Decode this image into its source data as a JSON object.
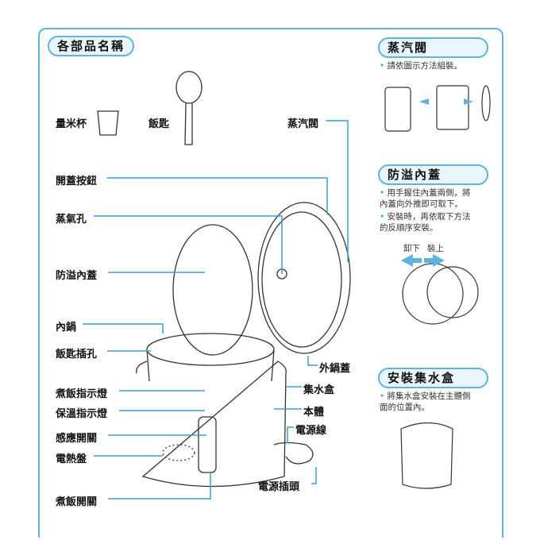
{
  "title": "各部品名稱",
  "parts": {
    "measuring_cup": "量米杯",
    "rice_paddle": "飯匙",
    "steam_valve": "蒸汽閥",
    "lid_button": "開蓋按鈕",
    "steam_hole": "蒸氣孔",
    "inner_lid": "防溢內蓋",
    "inner_pot": "內鍋",
    "paddle_holder": "飯匙插孔",
    "outer_lid": "外鍋蓋",
    "water_box": "集水盒",
    "cook_lamp": "煮飯指示燈",
    "body": "本體",
    "warm_lamp": "保溫指示燈",
    "power_cord": "電源線",
    "sensor_switch": "感應開關",
    "heating_plate": "電熱盤",
    "power_plug": "電源插頭",
    "cook_switch": "煮飯開關"
  },
  "side": {
    "valve": {
      "title": "蒸汽閥",
      "notes": [
        "請依圖示方法組裝。"
      ]
    },
    "inner_lid": {
      "title": "防溢內蓋",
      "notes": [
        "用手握住內蓋兩側，將內蓋向外推即可取下。",
        "安裝時，再依取下方法的反順序安裝。"
      ],
      "remove": "卸下",
      "install": "裝上"
    },
    "water_box": {
      "title": "安裝集水盒",
      "notes": [
        "將集水盒安裝在主體側面的位置內。"
      ]
    }
  }
}
